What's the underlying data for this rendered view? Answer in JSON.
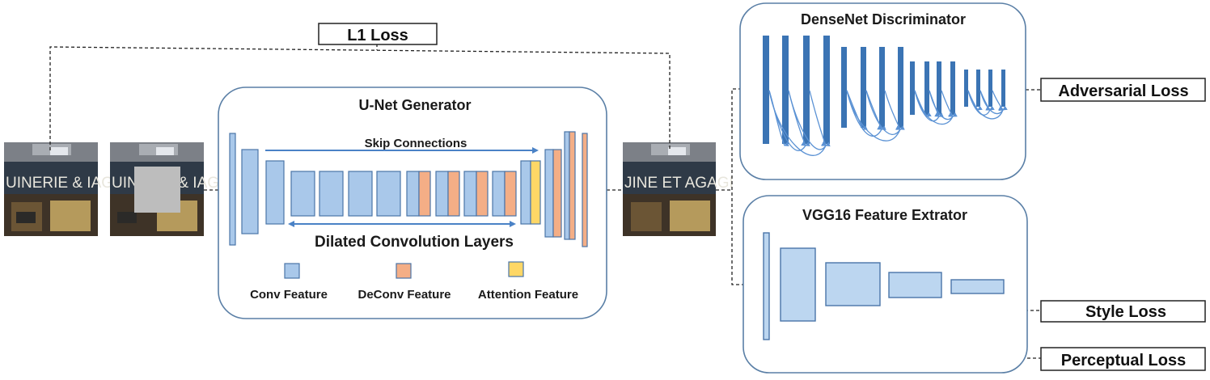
{
  "losses": {
    "l1": "L1 Loss",
    "adversarial": "Adversarial Loss",
    "style": "Style Loss",
    "perceptual": "Perceptual Loss"
  },
  "generator": {
    "title": "U-Net Generator",
    "skip_label": "Skip Connections",
    "dilated_label": "Dilated Convolution Layers",
    "legend": {
      "conv": "Conv Feature",
      "deconv": "DeConv Feature",
      "attention": "Attention Feature"
    }
  },
  "discriminator": {
    "title": "DenseNet Discriminator"
  },
  "vgg": {
    "title": "VGG16 Feature Extrator"
  },
  "images": {
    "input_sign": "UINERIE & IAGAGI",
    "masked_sign": "UINERIE & IAGAGI",
    "output_sign": "JINE ET AGAGI"
  },
  "colors": {
    "conv": "#a9c8ea",
    "deconv": "#f4ae86",
    "attention": "#fed766",
    "dense": "#3b74b4",
    "panel_border": "#5a7fa6"
  }
}
